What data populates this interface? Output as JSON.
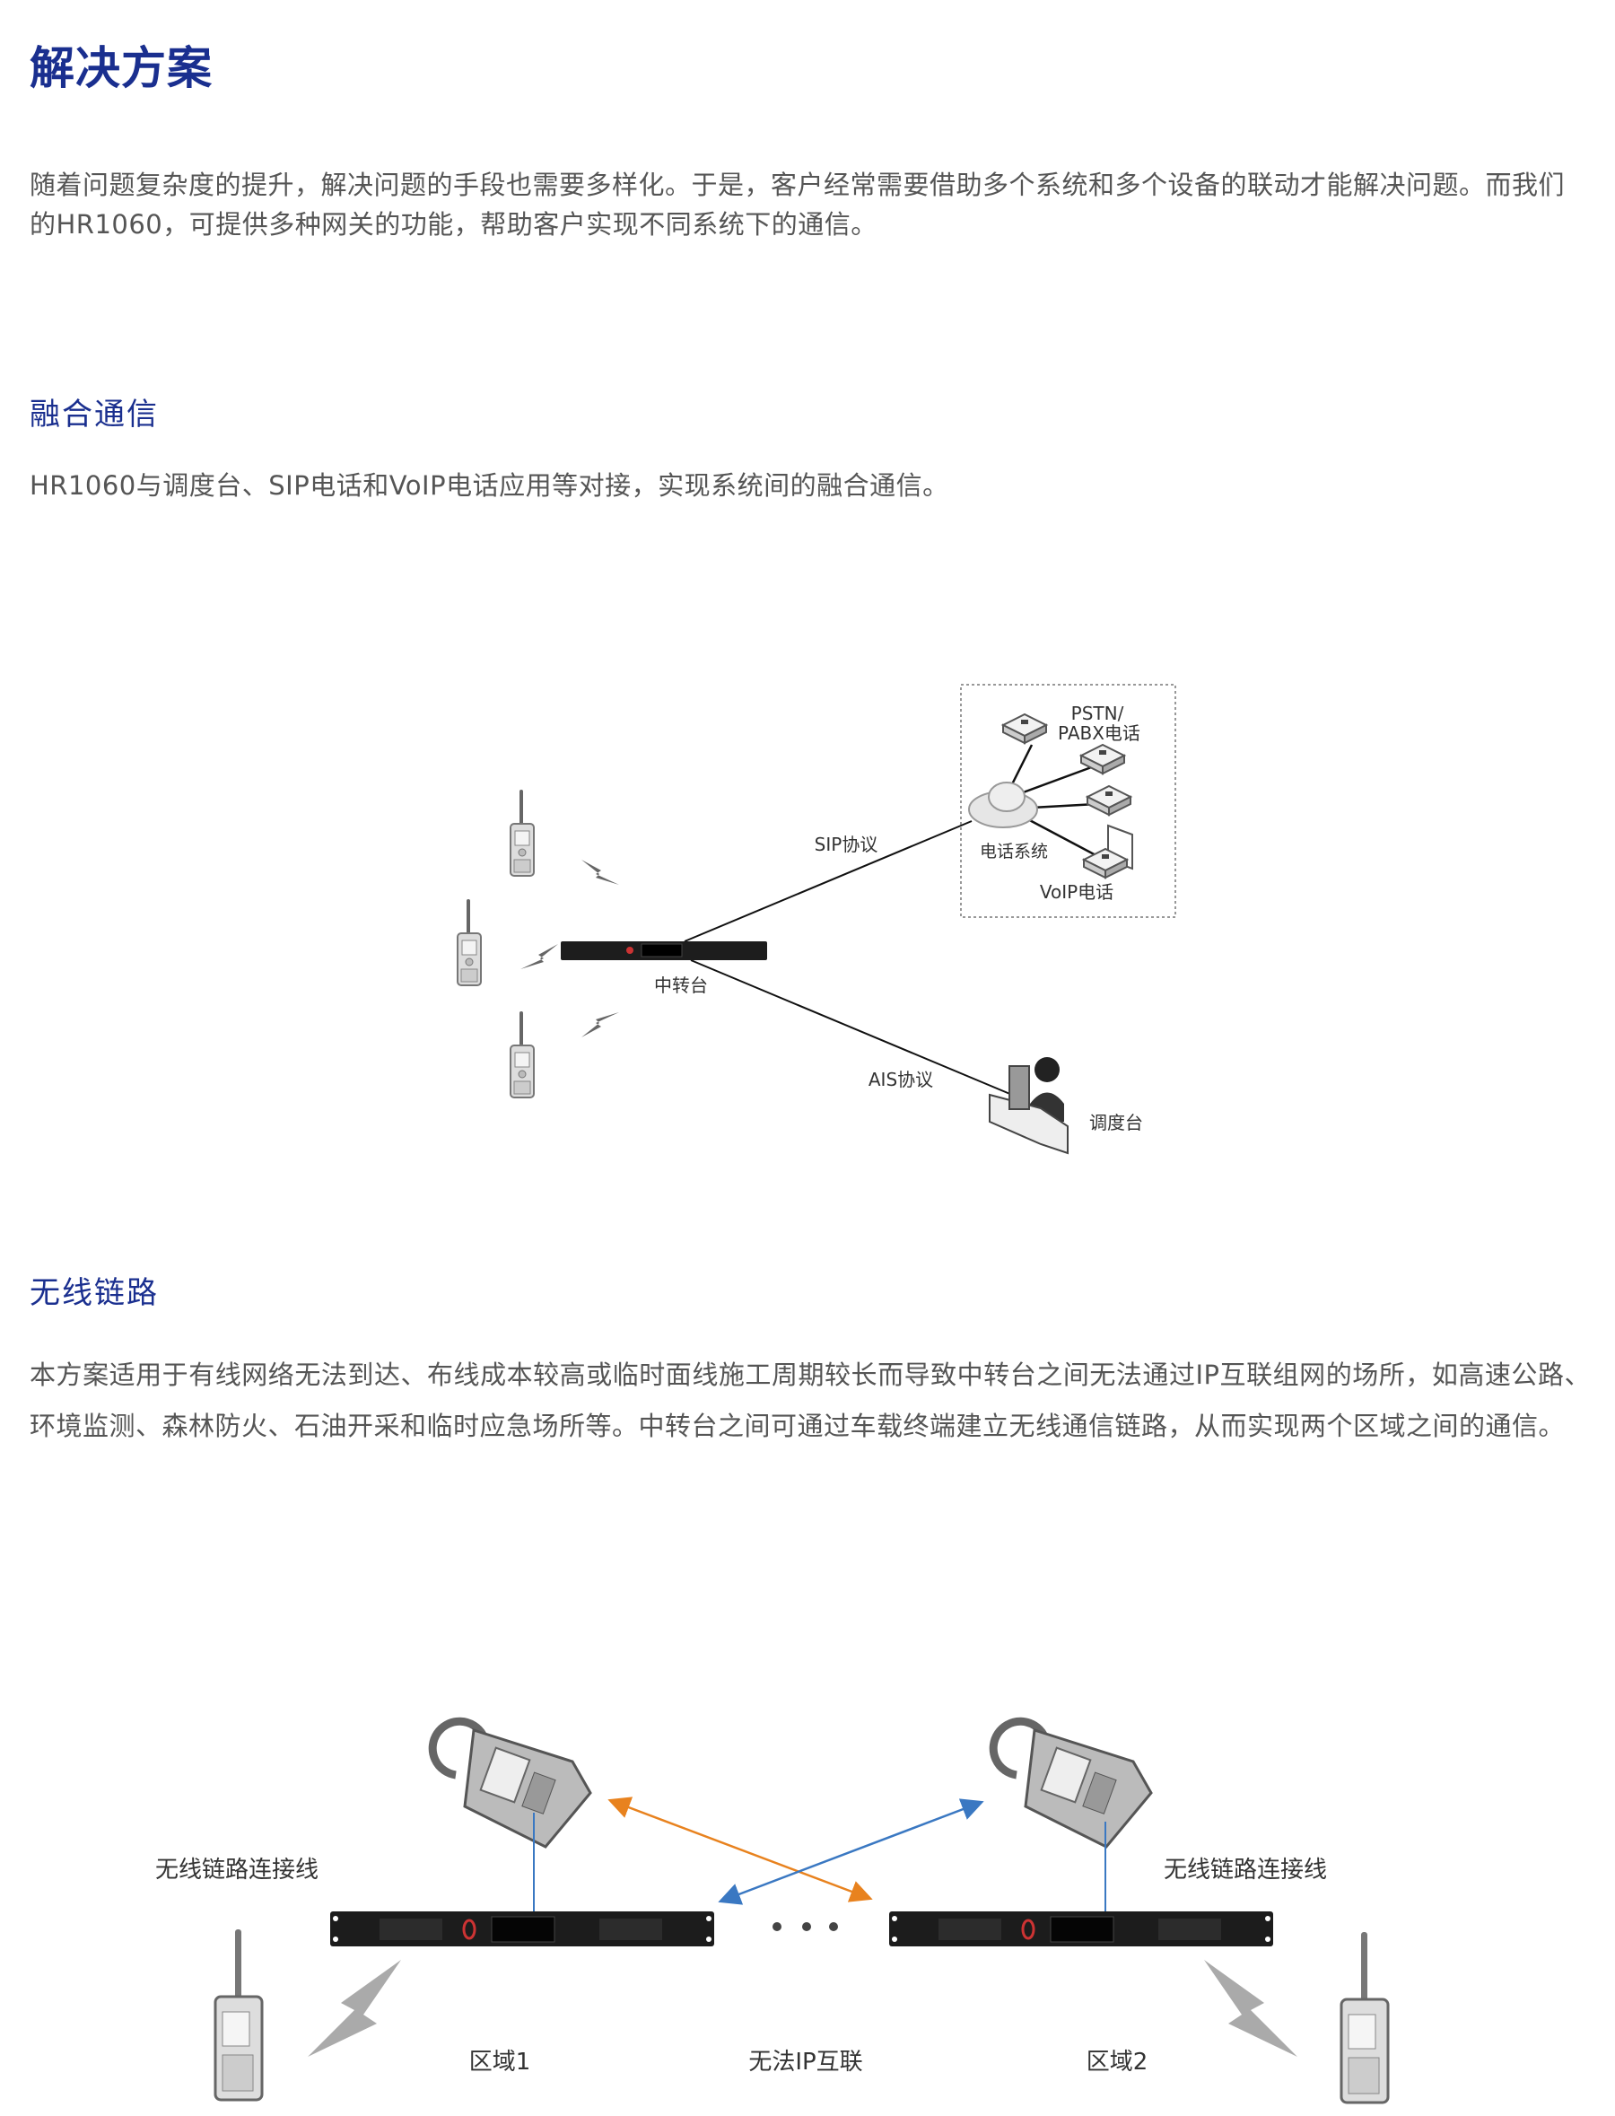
{
  "title": "解决方案",
  "intro": "随着问题复杂度的提升，解决问题的手段也需要多样化。于是，客户经常需要借助多个系统和多个设备的联动才能解决问题。而我们的HR1060，可提供多种网关的功能，帮助客户实现不同系统下的通信。",
  "section1": {
    "heading": "融合通信",
    "text": "HR1060与调度台、SIP电话和VoIP电话应用等对接，实现系统间的融合通信。",
    "diagram": {
      "pstn_line1": "PSTN/",
      "pstn_line2": "PABX电话",
      "phone_system": "电话系统",
      "voip": "VoIP电话",
      "sip": "SIP协议",
      "ais": "AIS协议",
      "repeater": "中转台",
      "dispatcher": "调度台"
    }
  },
  "section2": {
    "heading": "无线链路",
    "text": "本方案适用于有线网络无法到达、布线成本较高或临时面线施工周期较长而导致中转台之间无法通过IP互联组网的场所，如高速公路、环境监测、森林防火、石油开采和临时应急场所等。中转台之间可通过车载终端建立无线通信链路，从而实现两个区域之间的通信。",
    "diagram": {
      "link_left": "无线链路连接线",
      "link_right": "无线链路连接线",
      "zone1": "区域1",
      "zone2": "区域2",
      "no_ip": "无法IP互联"
    }
  },
  "colors": {
    "heading": "#1a2f8f",
    "orange_link": "#e8821e",
    "blue_link": "#3a78c2"
  }
}
